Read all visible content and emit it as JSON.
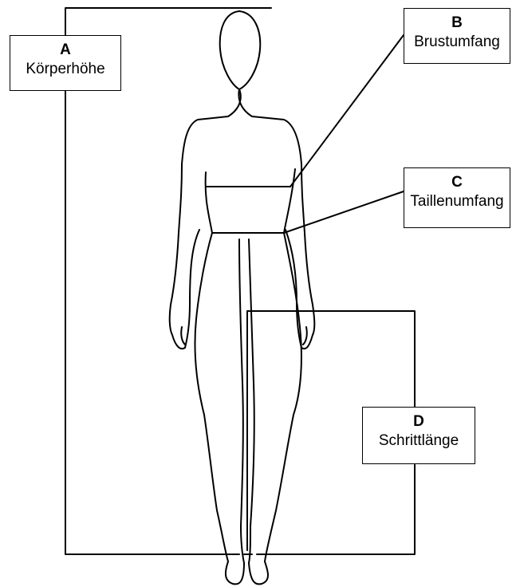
{
  "diagram": {
    "labels": [
      {
        "id": "A",
        "letter": "A",
        "name": "Körperhöhe"
      },
      {
        "id": "B",
        "letter": "B",
        "name": "Brustumfang"
      },
      {
        "id": "C",
        "letter": "C",
        "name": "Taillenumfang"
      },
      {
        "id": "D",
        "letter": "D",
        "name": "Schrittlänge"
      }
    ],
    "colors": {
      "line": "#000000",
      "background": "#ffffff"
    }
  }
}
